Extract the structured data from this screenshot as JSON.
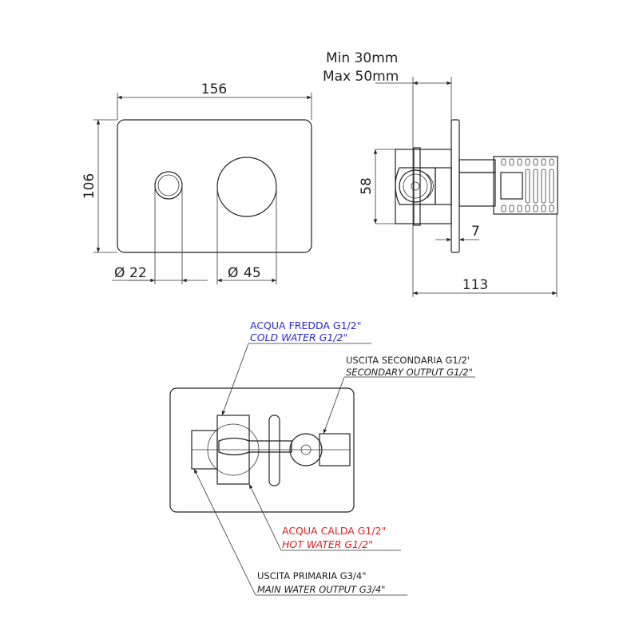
{
  "dimensions": {
    "width": "156",
    "height": "106",
    "small_knob": "22",
    "large_knob": "45",
    "diameter_symbol": "Ø",
    "depth_min": "Min 30mm",
    "depth_max": "Max 50mm",
    "body_height": "58",
    "plate_thickness": "7",
    "total_depth": "113"
  },
  "labels": {
    "cold": {
      "it": "ACQUA FREDDA G1/2\"",
      "en": "COLD WATER G1/2\"",
      "color": "#2a2ad8"
    },
    "secondary": {
      "it": "USCITA SECONDARIA G1/2'",
      "en": "SECONDARY OUTPUT G1/2\""
    },
    "hot": {
      "it": "ACQUA CALDA G1/2\"",
      "en": "HOT WATER G1/2\"",
      "color": "#e02020"
    },
    "main": {
      "it": "USCITA PRIMARIA G3/4\"",
      "en": "MAIN WATER OUTPUT G3/4\""
    }
  }
}
